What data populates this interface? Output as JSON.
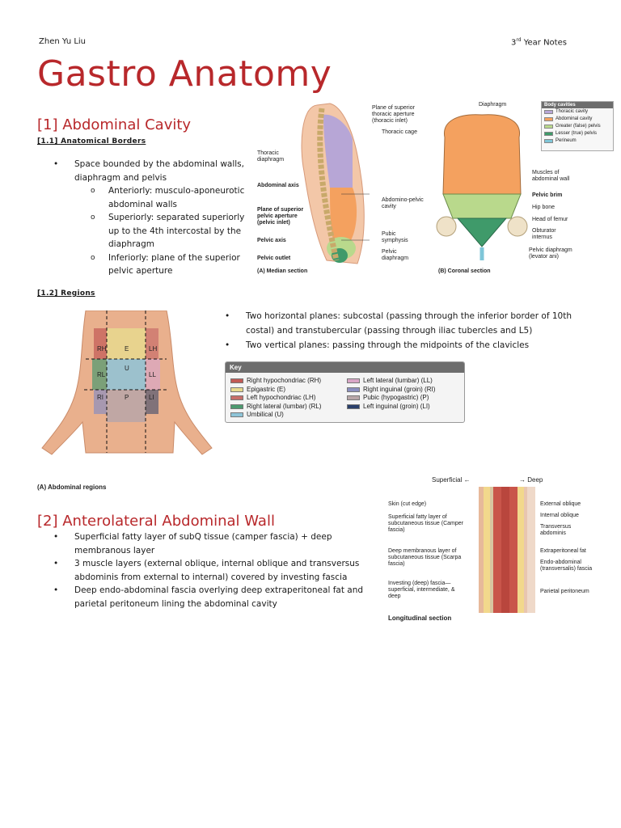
{
  "header": {
    "author": "Zhen Yu Liu",
    "year_prefix": "3",
    "year_sup": "rd",
    "year_suffix": " Year Notes"
  },
  "title": "Gastro Anatomy",
  "section1": {
    "heading": "[1] Abdominal Cavity",
    "sub1": {
      "heading": "[1.1] Anatomical Borders",
      "bullet": "Space bounded by the abdominal walls, diaphragm and pelvis",
      "subs": [
        "Anteriorly: musculo-aponeurotic abdominal walls",
        "Superiorly: separated superiorly up to the 4th intercostal by the diaphragm",
        "Inferiorly: plane of the superior pelvic aperture"
      ]
    },
    "sub2": {
      "heading": "[1.2] Regions",
      "bullets": [
        "Two horizontal planes: subcostal (passing through the inferior border of 10th costal) and transtubercular (passing through iliac tubercles and L5)",
        "Two vertical planes: passing through the midpoints of the clavicles"
      ]
    }
  },
  "section2": {
    "heading": "[2] Anterolateral Abdominal Wall",
    "bullets": [
      "Superficial fatty layer of subQ tissue (camper fascia) + deep membranous layer",
      "3 muscle layers (external oblique, internal oblique and transversus abdominis from external to internal) covered by investing fascia",
      "Deep endo-abdominal fascia overlying deep extraperitoneal fat and parietal peritoneum lining the abdominal cavity"
    ]
  },
  "figA": {
    "labels": {
      "plane_superior_thoracic": "Plane of superior thoracic aperture (thoracic inlet)",
      "thoracic_cage": "Thoracic cage",
      "thoracic_diaphragm": "Thoracic diaphragm",
      "abdominal_axis": "Abdominal axis",
      "abdomino_pelvic": "Abdomino-pelvic cavity",
      "plane_superior_pelvic": "Plane of superior pelvic aperture (pelvic inlet)",
      "pelvic_axis": "Pelvic axis",
      "pubic_symphysis": "Pubic symphysis",
      "pelvic_outlet": "Pelvic outlet",
      "pelvic_diaphragm": "Pelvic diaphragm"
    },
    "caption": "(A) Median section"
  },
  "figB": {
    "labels": {
      "diaphragm": "Diaphragm",
      "muscles_wall": "Muscles of abdominal wall",
      "pelvic_brim": "Pelvic brim",
      "hip_bone": "Hip bone",
      "head_femur": "Head of femur",
      "obturator": "Obturator internus",
      "pelvic_diaphragm": "Pelvic diaphragm (levator ani)"
    },
    "caption": "(B) Coronal section",
    "legend_title": "Body cavities",
    "legend": [
      {
        "label": "Thoracic cavity",
        "color": "#b7a6d6"
      },
      {
        "label": "Abdominal cavity",
        "color": "#f4a15f"
      },
      {
        "label": "Greater (false) pelvis",
        "color": "#b9d98c"
      },
      {
        "label": "Lesser (true) pelvis",
        "color": "#3f9a6a"
      },
      {
        "label": "Perineum",
        "color": "#7fc6d8"
      }
    ]
  },
  "regions_fig": {
    "labels": [
      "RH",
      "E",
      "LH",
      "RL",
      "U",
      "LL",
      "RI",
      "P",
      "LI"
    ],
    "caption": "(A) Abdominal regions"
  },
  "key": {
    "title": "Key",
    "col1": [
      {
        "label": "Right hypochondriac (RH)",
        "color": "#c25a55"
      },
      {
        "label": "Epigastric (E)",
        "color": "#e7d98e"
      },
      {
        "label": "Left hypochondriac (LH)",
        "color": "#c76e6a"
      },
      {
        "label": "Right lateral (lumbar) (RL)",
        "color": "#4c9a6f"
      },
      {
        "label": "Umbilical (U)",
        "color": "#8ec4d8"
      }
    ],
    "col2": [
      {
        "label": "Left lateral (lumbar) (LL)",
        "color": "#d8a6c6"
      },
      {
        "label": "Right inguinal (groin) (RI)",
        "color": "#8a8fbf"
      },
      {
        "label": "Pubic (hypogastric) (P)",
        "color": "#b8a6a8"
      },
      {
        "label": "Left inguinal (groin) (LI)",
        "color": "#2a3f6a"
      }
    ]
  },
  "wall_fig": {
    "superficial": "Superficial",
    "deep": "Deep",
    "left_labels": {
      "skin": "Skin (cut edge)",
      "camper": "Superficial fatty layer of subcutaneous tissue (Camper fascia)",
      "scarpa": "Deep membranous layer of subcutaneous tissue (Scarpa fascia)",
      "investing": "Investing (deep) fascia—superficial, intermediate, & deep"
    },
    "right_labels": {
      "ext_oblique": "External oblique",
      "int_oblique": "Internal oblique",
      "transversus": "Transversus abdominis",
      "extraperitoneal": "Extraperitoneal fat",
      "endo": "Endo-abdominal (transversalis) fascia",
      "parietal": "Parietal peritoneum"
    },
    "caption": "Longitudinal section"
  }
}
